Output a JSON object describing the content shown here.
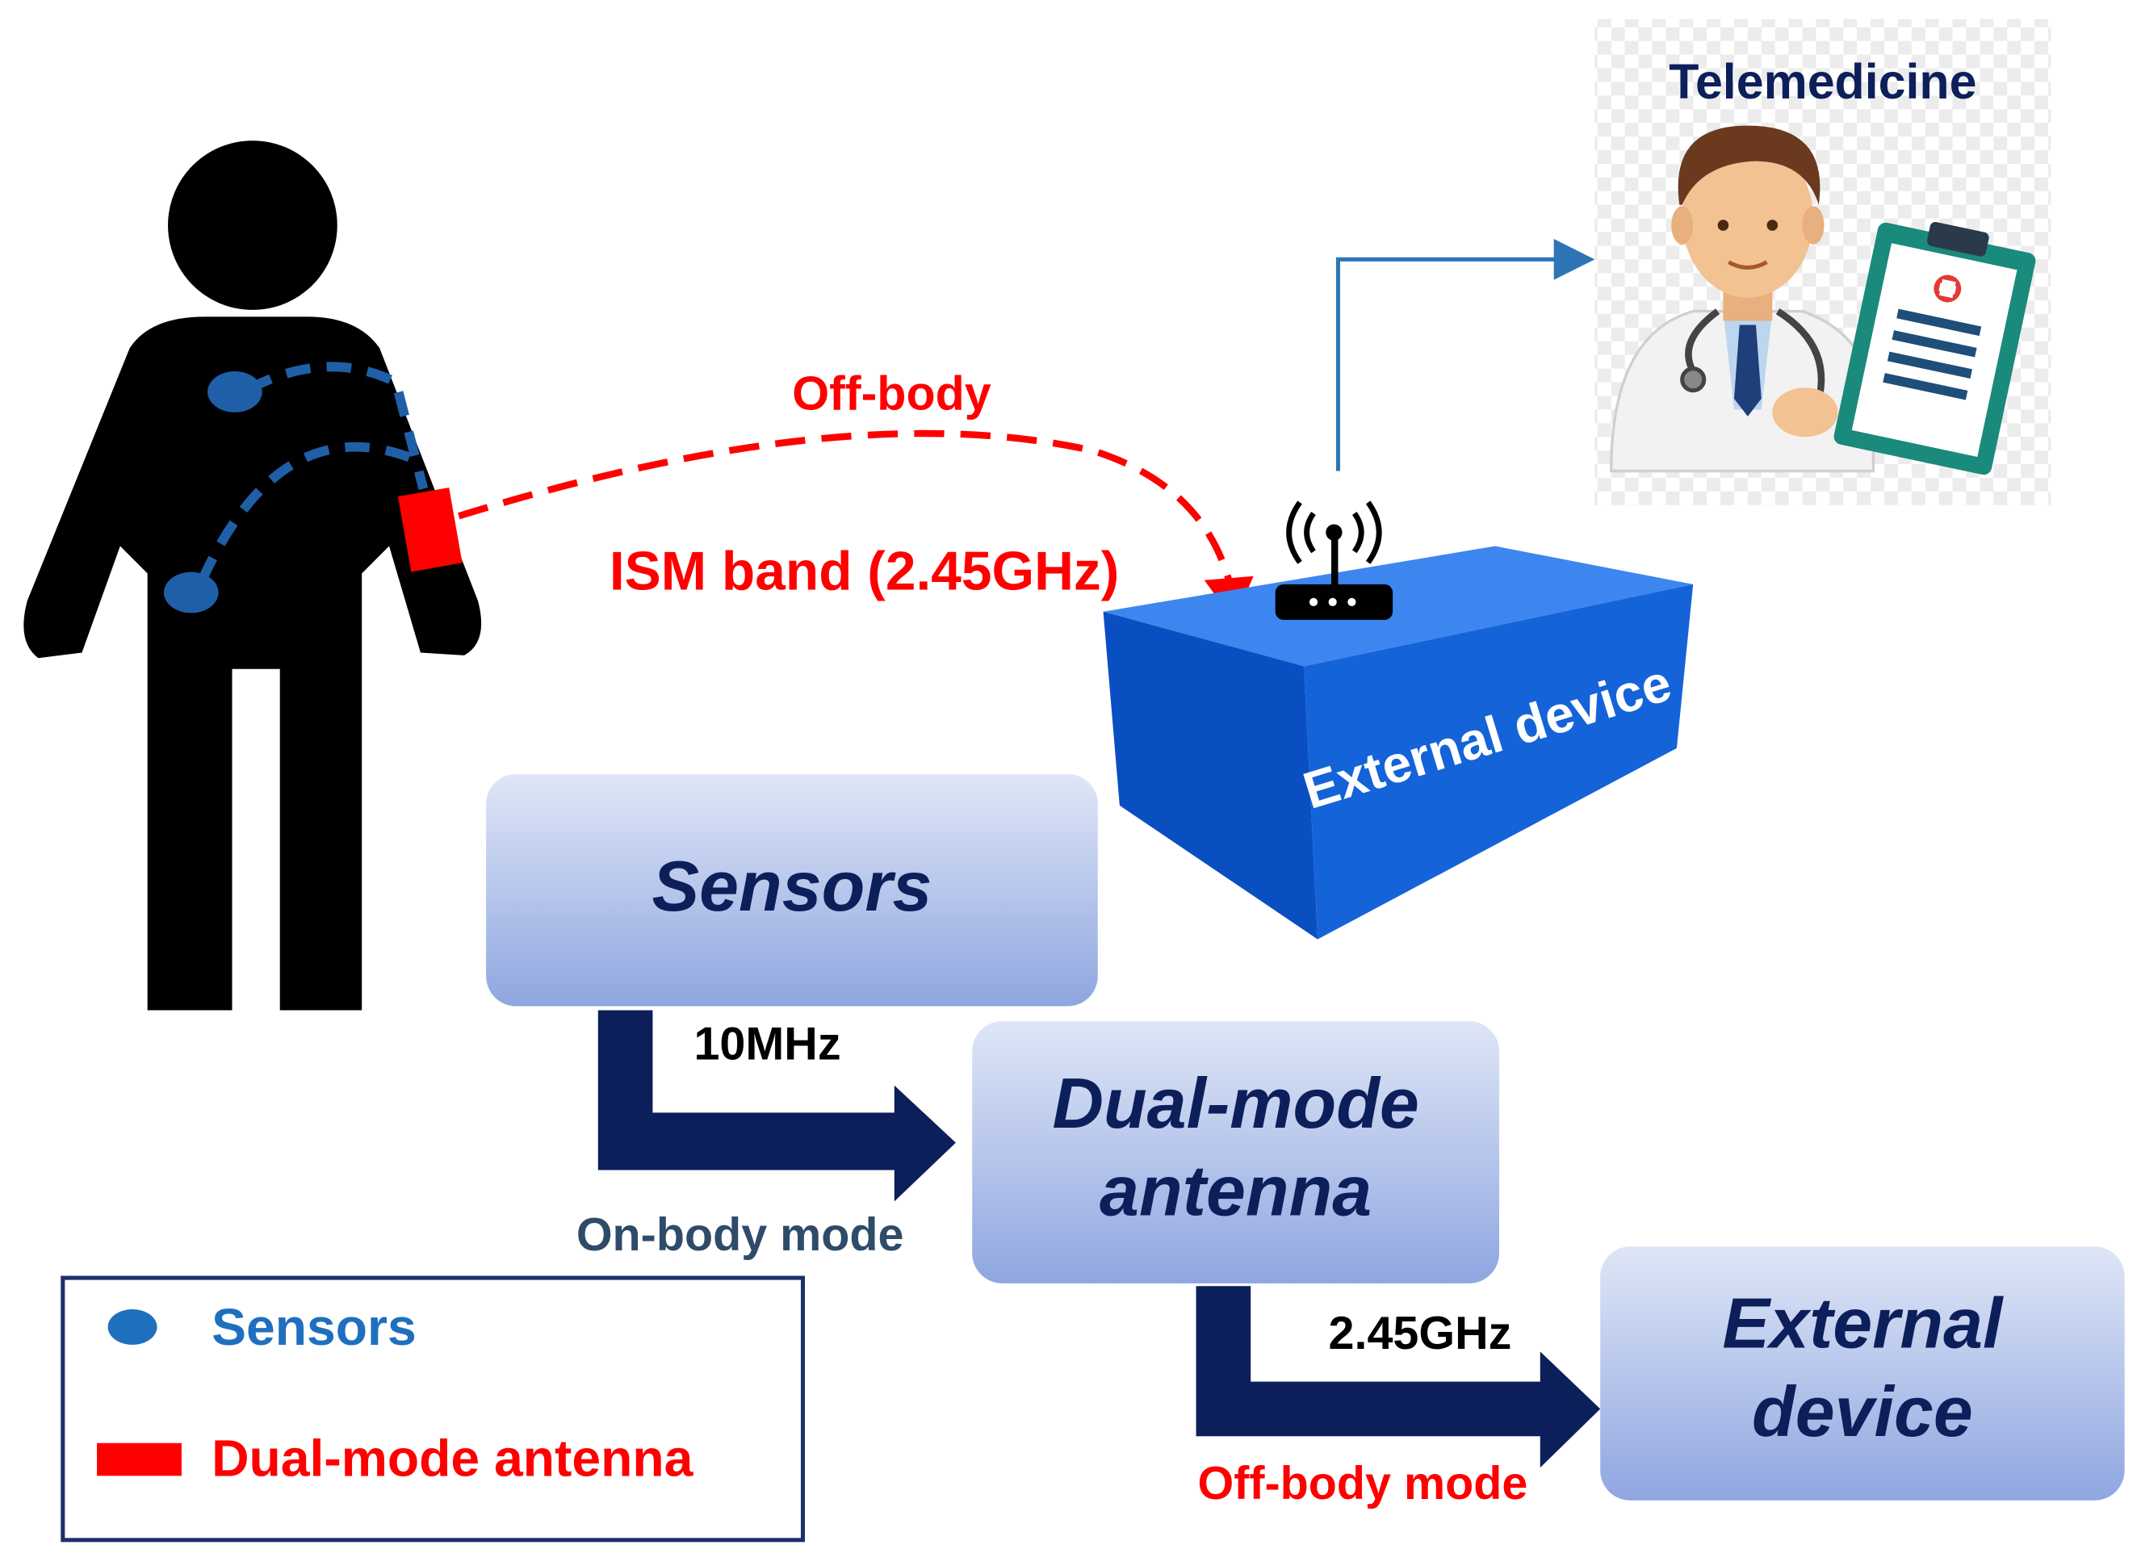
{
  "telemedicine": {
    "title": "Telemedicine"
  },
  "link": {
    "off_body_label": "Off-body",
    "band_label": "ISM band (2.45GHz)"
  },
  "device_box": {
    "label": "External device"
  },
  "flow": {
    "sensors": "Sensors",
    "antenna_line1": "Dual-mode",
    "antenna_line2": "antenna",
    "external_line1": "External",
    "external_line2": "device",
    "freq_on_body": "10MHz",
    "on_body_mode": "On-body mode",
    "freq_off_body": "2.45GHz",
    "off_body_mode": "Off-body mode"
  },
  "legend": {
    "sensors": "Sensors",
    "antenna": "Dual-mode antenna"
  },
  "colors": {
    "red": "#ff0000",
    "navy": "#0d1f5a",
    "blue_text": "#1f6fbf",
    "device_blue": "#1463d8",
    "connector_blue": "#2e75b6"
  }
}
